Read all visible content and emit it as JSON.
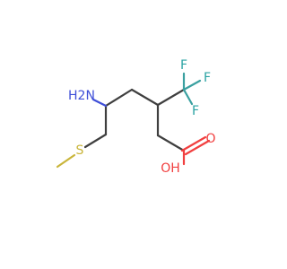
{
  "molecule": {
    "atoms": {
      "f_top": "F",
      "f_right": "F",
      "f_lower": "F",
      "o_carbonyl": "O",
      "oh": "OH",
      "nh2": "H2N",
      "s": "S"
    },
    "colors": {
      "carbon_bond": "#3f3f3f",
      "fluorine": "#2aa3a3",
      "oxygen": "#f13f3f",
      "nitrogen": "#3f4fd8",
      "sulfur": "#c9b53a"
    }
  }
}
